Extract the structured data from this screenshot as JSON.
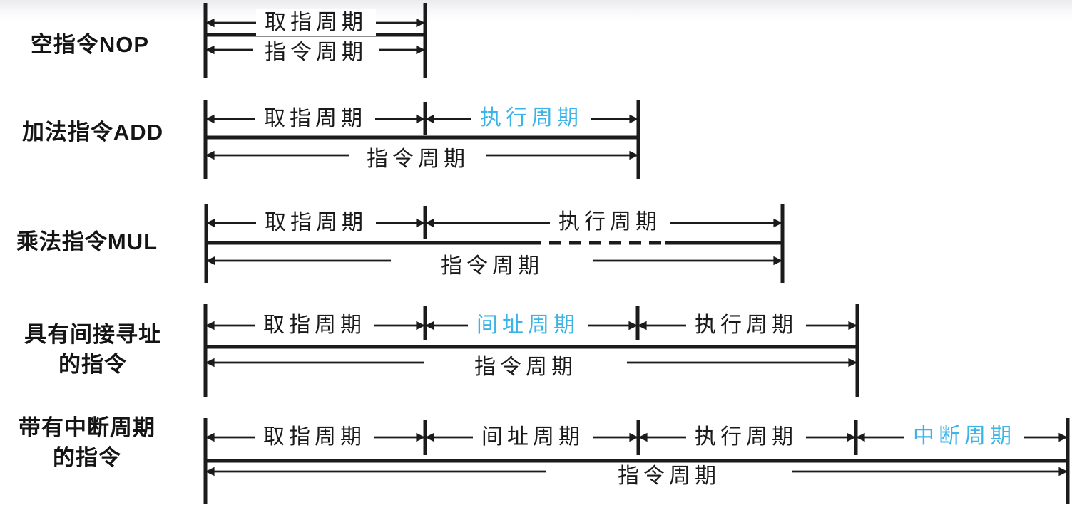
{
  "colors": {
    "line": "#1b1b1b",
    "text": "#1a1a1a",
    "highlight": "#3cb4e7",
    "background": "#ffffff"
  },
  "rows": [
    {
      "name": "nop",
      "label": "空指令NOP",
      "label_lines": [
        "空指令NOP"
      ],
      "phases": [
        {
          "label": "取指周期",
          "highlight": false
        }
      ],
      "total_label": "指令周期"
    },
    {
      "name": "add",
      "label": "加法指令ADD",
      "label_lines": [
        "加法指令ADD"
      ],
      "phases": [
        {
          "label": "取指周期",
          "highlight": false
        },
        {
          "label": "执行周期",
          "highlight": true
        }
      ],
      "total_label": "指令周期"
    },
    {
      "name": "mul",
      "label": "乘法指令MUL",
      "label_lines": [
        "乘法指令MUL"
      ],
      "phases": [
        {
          "label": "取指周期",
          "highlight": false
        },
        {
          "label": "执行周期",
          "highlight": false
        }
      ],
      "dashed_execution": true,
      "total_label": "指令周期"
    },
    {
      "name": "indirect-addressing",
      "label": "具有间接寻址的指令",
      "label_lines": [
        "具有间接寻址",
        "的指令"
      ],
      "phases": [
        {
          "label": "取指周期",
          "highlight": false
        },
        {
          "label": "间址周期",
          "highlight": true
        },
        {
          "label": "执行周期",
          "highlight": false
        }
      ],
      "total_label": "指令周期"
    },
    {
      "name": "interrupt",
      "label": "带有中断周期的指令",
      "label_lines": [
        "带有中断周期",
        "的指令"
      ],
      "phases": [
        {
          "label": "取指周期",
          "highlight": false
        },
        {
          "label": "间址周期",
          "highlight": false
        },
        {
          "label": "执行周期",
          "highlight": false
        },
        {
          "label": "中断周期",
          "highlight": true
        }
      ],
      "total_label": "指令周期"
    }
  ]
}
